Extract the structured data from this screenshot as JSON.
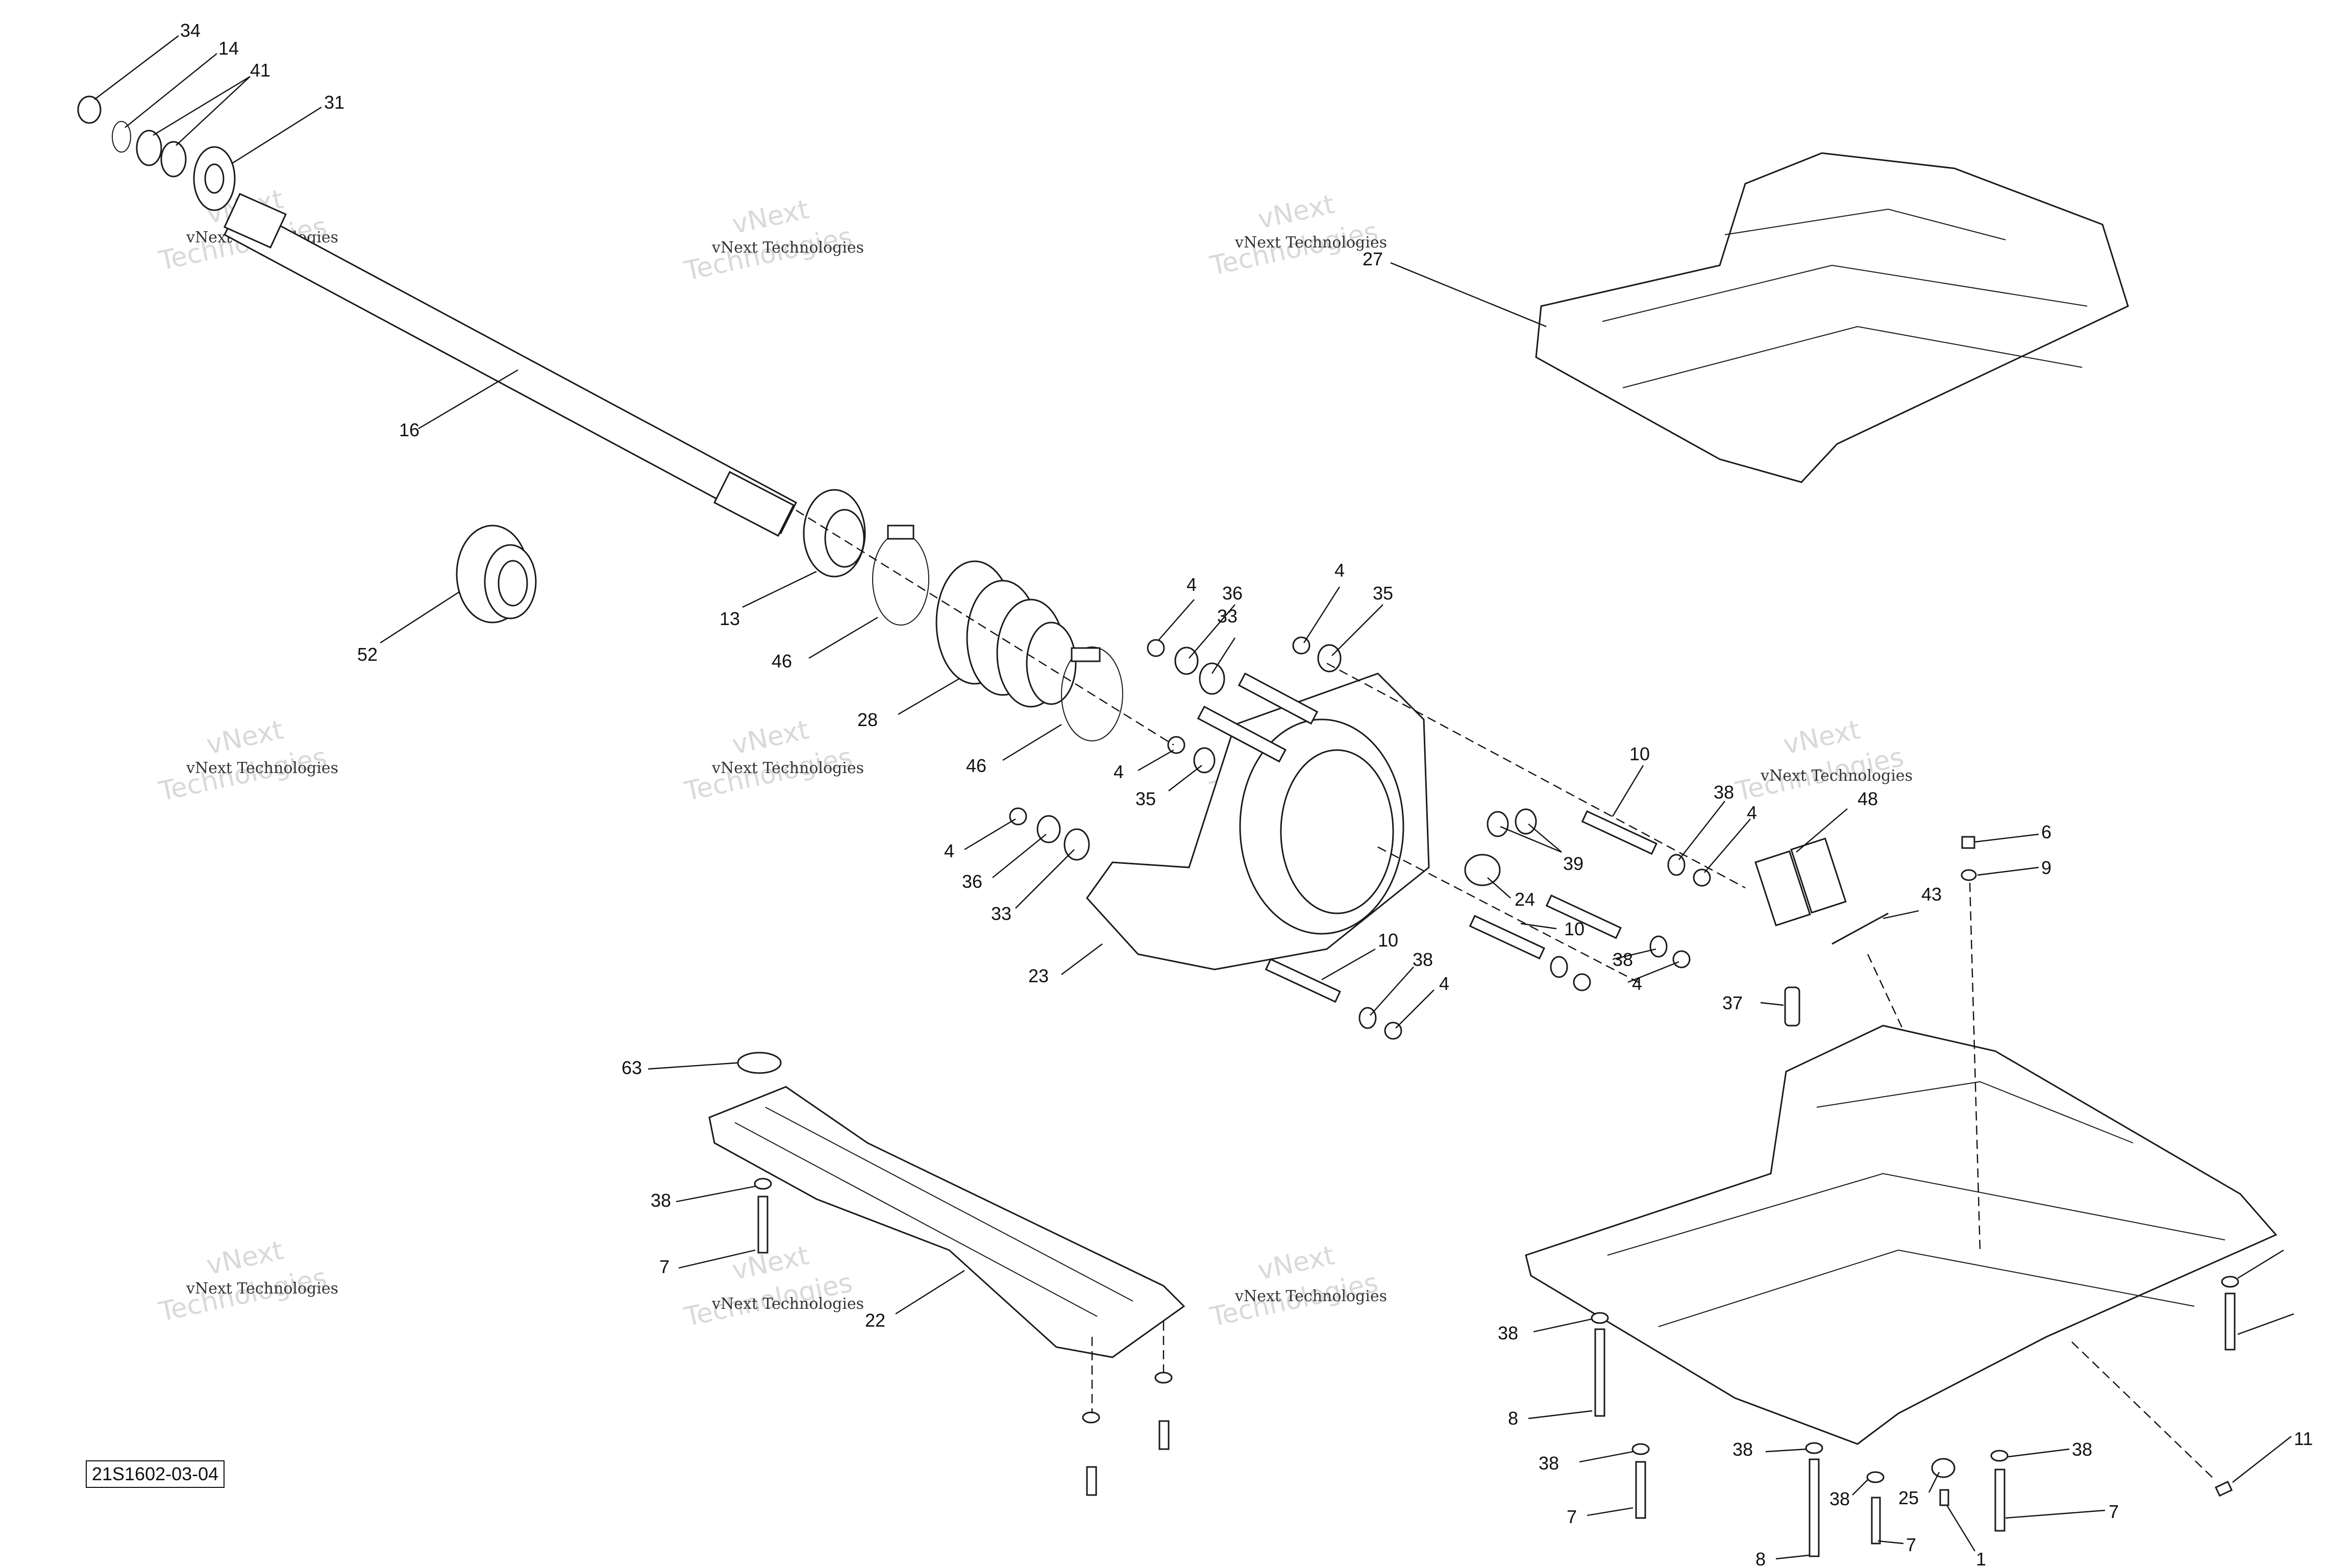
{
  "drawing": {
    "reference": "21S1602-03-04",
    "watermark": {
      "line1": "vNext Technologies",
      "line2": "vNext",
      "line3": "Technologies"
    },
    "callouts": [
      "34",
      "14",
      "41",
      "31",
      "16",
      "52",
      "13",
      "46",
      "28",
      "46",
      "4",
      "36",
      "33",
      "4",
      "35",
      "4",
      "35",
      "4",
      "36",
      "33",
      "23",
      "10",
      "38",
      "4",
      "39",
      "24",
      "10",
      "38",
      "4",
      "10",
      "38",
      "4",
      "48",
      "6",
      "9",
      "43",
      "37",
      "27",
      "63",
      "38",
      "7",
      "22",
      "38",
      "8",
      "38",
      "38",
      "7",
      "38",
      "25",
      "7",
      "8",
      "1",
      "38",
      "7",
      "11"
    ]
  }
}
